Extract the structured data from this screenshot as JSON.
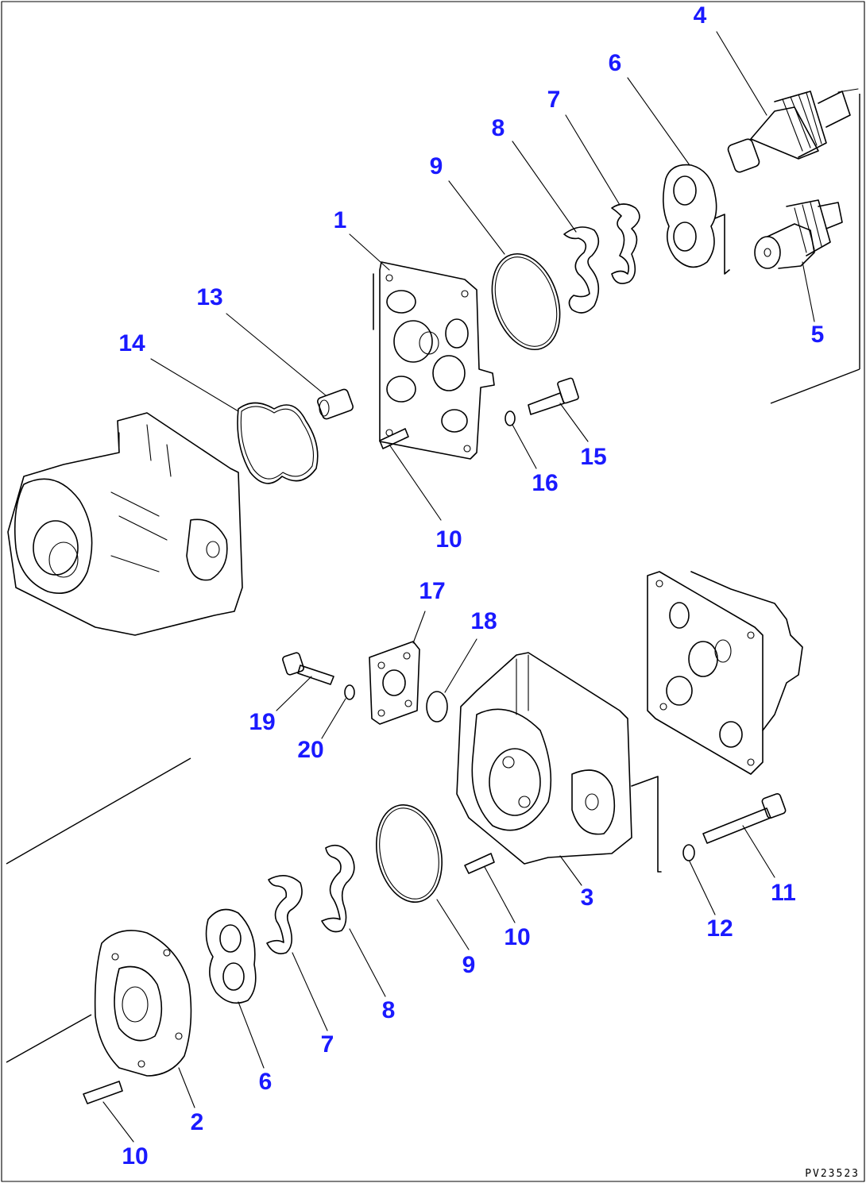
{
  "drawing_code": "PV23523",
  "colors": {
    "callout": "#1a1aff",
    "line": "#000000",
    "background": "#ffffff"
  },
  "callouts": [
    {
      "id": "c4",
      "text": "4"
    },
    {
      "id": "c6a",
      "text": "6"
    },
    {
      "id": "c7a",
      "text": "7"
    },
    {
      "id": "c8a",
      "text": "8"
    },
    {
      "id": "c9a",
      "text": "9"
    },
    {
      "id": "c1",
      "text": "1"
    },
    {
      "id": "c13",
      "text": "13"
    },
    {
      "id": "c14",
      "text": "14"
    },
    {
      "id": "c5",
      "text": "5"
    },
    {
      "id": "c15",
      "text": "15"
    },
    {
      "id": "c16",
      "text": "16"
    },
    {
      "id": "c10a",
      "text": "10"
    },
    {
      "id": "c17",
      "text": "17"
    },
    {
      "id": "c18",
      "text": "18"
    },
    {
      "id": "c19",
      "text": "19"
    },
    {
      "id": "c20",
      "text": "20"
    },
    {
      "id": "c3",
      "text": "3"
    },
    {
      "id": "c11",
      "text": "11"
    },
    {
      "id": "c12",
      "text": "12"
    },
    {
      "id": "c10b",
      "text": "10"
    },
    {
      "id": "c9b",
      "text": "9"
    },
    {
      "id": "c8b",
      "text": "8"
    },
    {
      "id": "c7b",
      "text": "7"
    },
    {
      "id": "c6b",
      "text": "6"
    },
    {
      "id": "c2",
      "text": "2"
    },
    {
      "id": "c10c",
      "text": "10"
    }
  ]
}
